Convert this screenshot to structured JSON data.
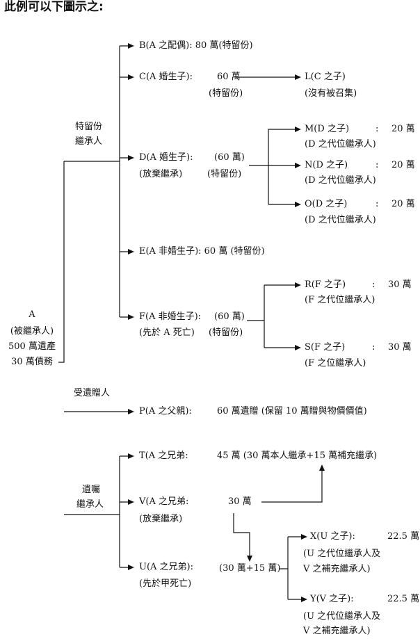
{
  "title": "此例可以下圖示之:",
  "root": {
    "name": "A",
    "role": "(被繼承人)",
    "estate": "500 萬遺產",
    "debt": "30 萬債務"
  },
  "groups": {
    "reserved": {
      "line1": "特留份",
      "line2": "繼承人"
    },
    "legatee": {
      "label": "受遺贈人"
    },
    "will": {
      "line1": "遺囑",
      "line2": "繼承人"
    }
  },
  "heirs": {
    "B": {
      "label": "B(A 之配偶): 80 萬(特留份)"
    },
    "C": {
      "label": "C(A 婚生子):",
      "amount": "60 萬",
      "note": "(特留份)"
    },
    "L": {
      "label": "L(C 之子)",
      "note": "(沒有被召集)"
    },
    "D": {
      "label": "D(A 婚生子):",
      "amount": "(60 萬)",
      "status": "(放棄繼承)",
      "note": "(特留份)"
    },
    "M": {
      "label": "M(D 之子)",
      "colon": ":",
      "amount": "20 萬",
      "note": "(D 之代位繼承人)"
    },
    "N": {
      "label": "N(D 之子)",
      "colon": ":",
      "amount": "20 萬",
      "note": "(D 之代位繼承人)"
    },
    "O": {
      "label": "O(D 之子)",
      "colon": ":",
      "amount": "20 萬",
      "note": "(D 之代位繼承人)"
    },
    "E": {
      "label": "E(A 非婚生子): 60 萬 (特留份)"
    },
    "F": {
      "label": "F(A 非婚生子):",
      "amount": "(60 萬)",
      "status": "(先於 A 死亡)",
      "note": "(特留份)"
    },
    "R": {
      "label": "R(F 之子)",
      "colon": ":",
      "amount": "30 萬",
      "note": "(F 之代位繼承人)"
    },
    "S": {
      "label": "S(F 之子)",
      "colon": ":",
      "amount": "30 萬",
      "note": "(F 之位繼承人)"
    },
    "P": {
      "label": "P(A 之父親):",
      "amount": "60 萬遺贈 (保留 10 萬贈與物價價值)"
    },
    "T": {
      "label": "T(A 之兄弟:",
      "amount": "45 萬 (30 萬本人繼承+15 萬補充繼承)"
    },
    "V": {
      "label": "V(A 之兄弟:",
      "amount": "30 萬",
      "status": "(放棄繼承)"
    },
    "U": {
      "label": "U(A 之兄弟):",
      "amount": "(30 萬+15 萬)",
      "status": "(先於甲死亡)"
    },
    "X": {
      "label": "X(U 之子):",
      "amount": "22.5 萬",
      "note1": "(U 之代位繼承人及",
      "note2": "V 之補充繼承人)"
    },
    "Y": {
      "label": "Y(V 之子):",
      "amount": "22.5 萬",
      "note1": "(U 之代位繼承人及",
      "note2": "V 之補充繼承人)"
    }
  }
}
